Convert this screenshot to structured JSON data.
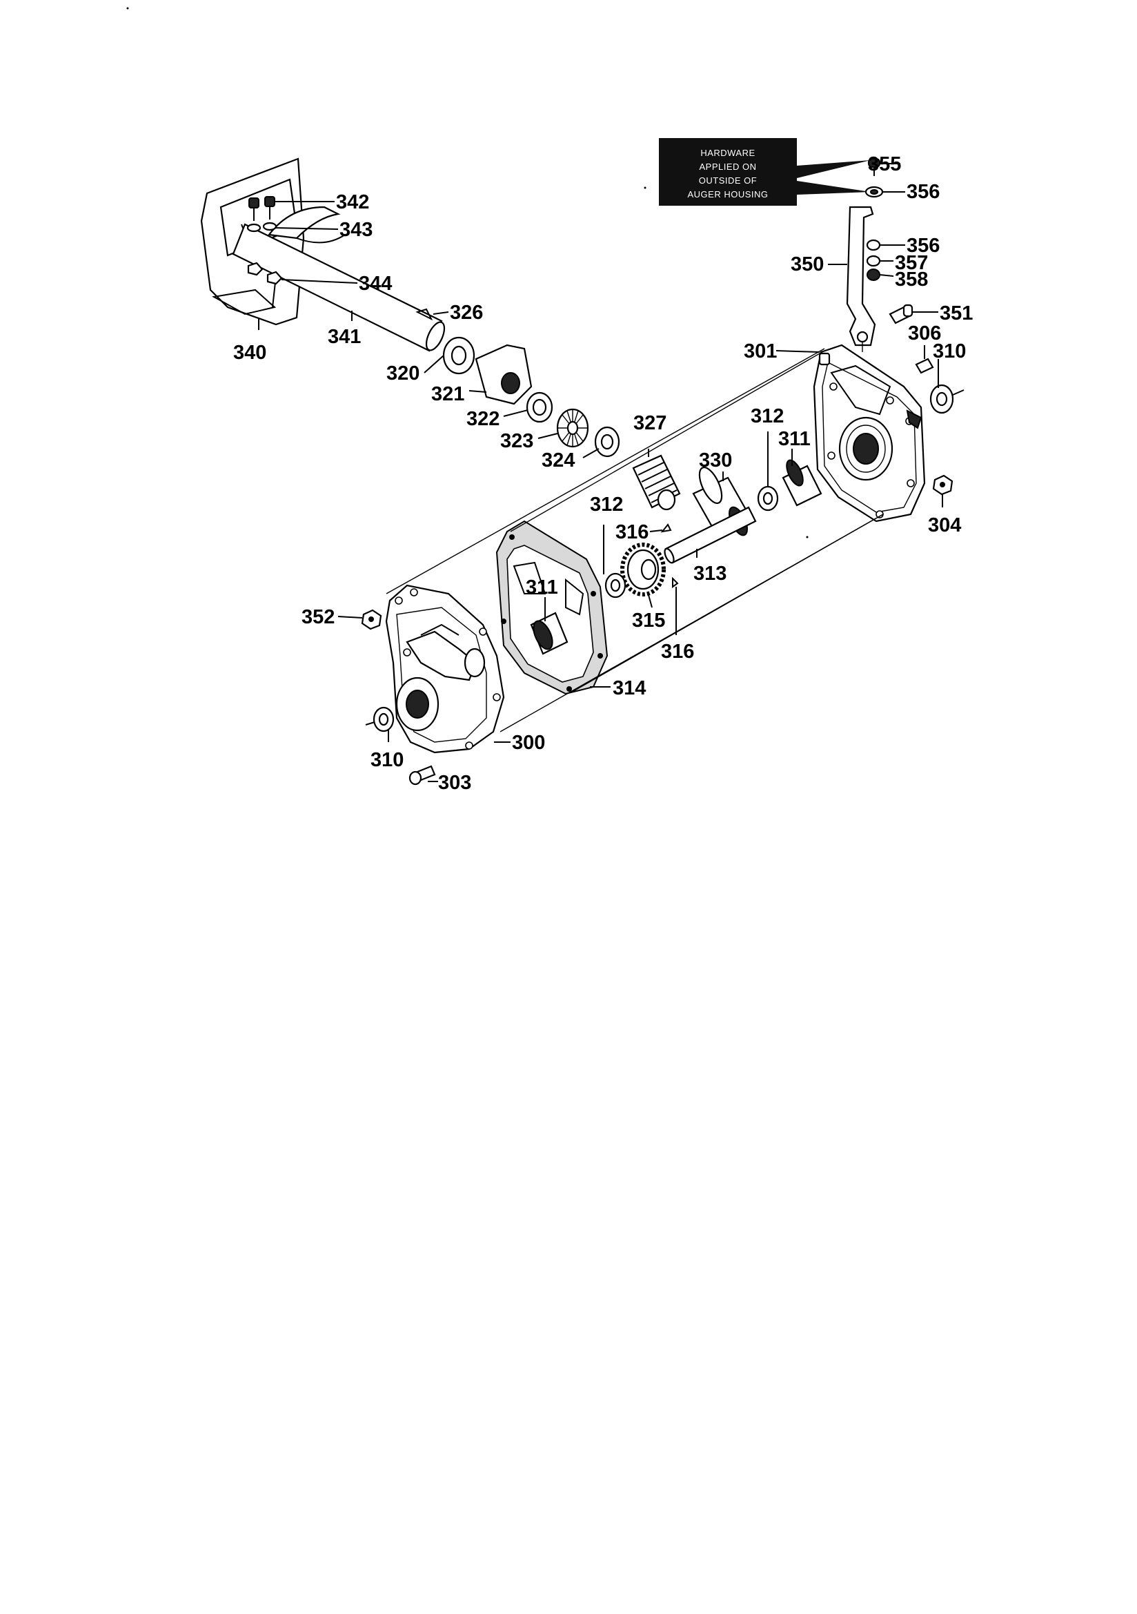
{
  "note": {
    "lines": [
      "HARDWARE",
      "APPLIED ON",
      "OUTSIDE OF",
      "AUGER HOUSING"
    ]
  },
  "labels": {
    "p300": "300",
    "p301": "301",
    "p303": "303",
    "p304": "304",
    "p306": "306",
    "p310a": "310",
    "p310b": "310",
    "p311a": "311",
    "p311b": "311",
    "p312a": "312",
    "p312b": "312",
    "p313": "313",
    "p314": "314",
    "p315": "315",
    "p316a": "316",
    "p316b": "316",
    "p320": "320",
    "p321": "321",
    "p322": "322",
    "p323": "323",
    "p324": "324",
    "p326": "326",
    "p327": "327",
    "p330": "330",
    "p340": "340",
    "p341": "341",
    "p342": "342",
    "p343": "343",
    "p344": "344",
    "p350": "350",
    "p351": "351",
    "p352": "352",
    "p355": "355",
    "p356a": "356",
    "p356b": "356",
    "p357": "357",
    "p358": "358"
  }
}
